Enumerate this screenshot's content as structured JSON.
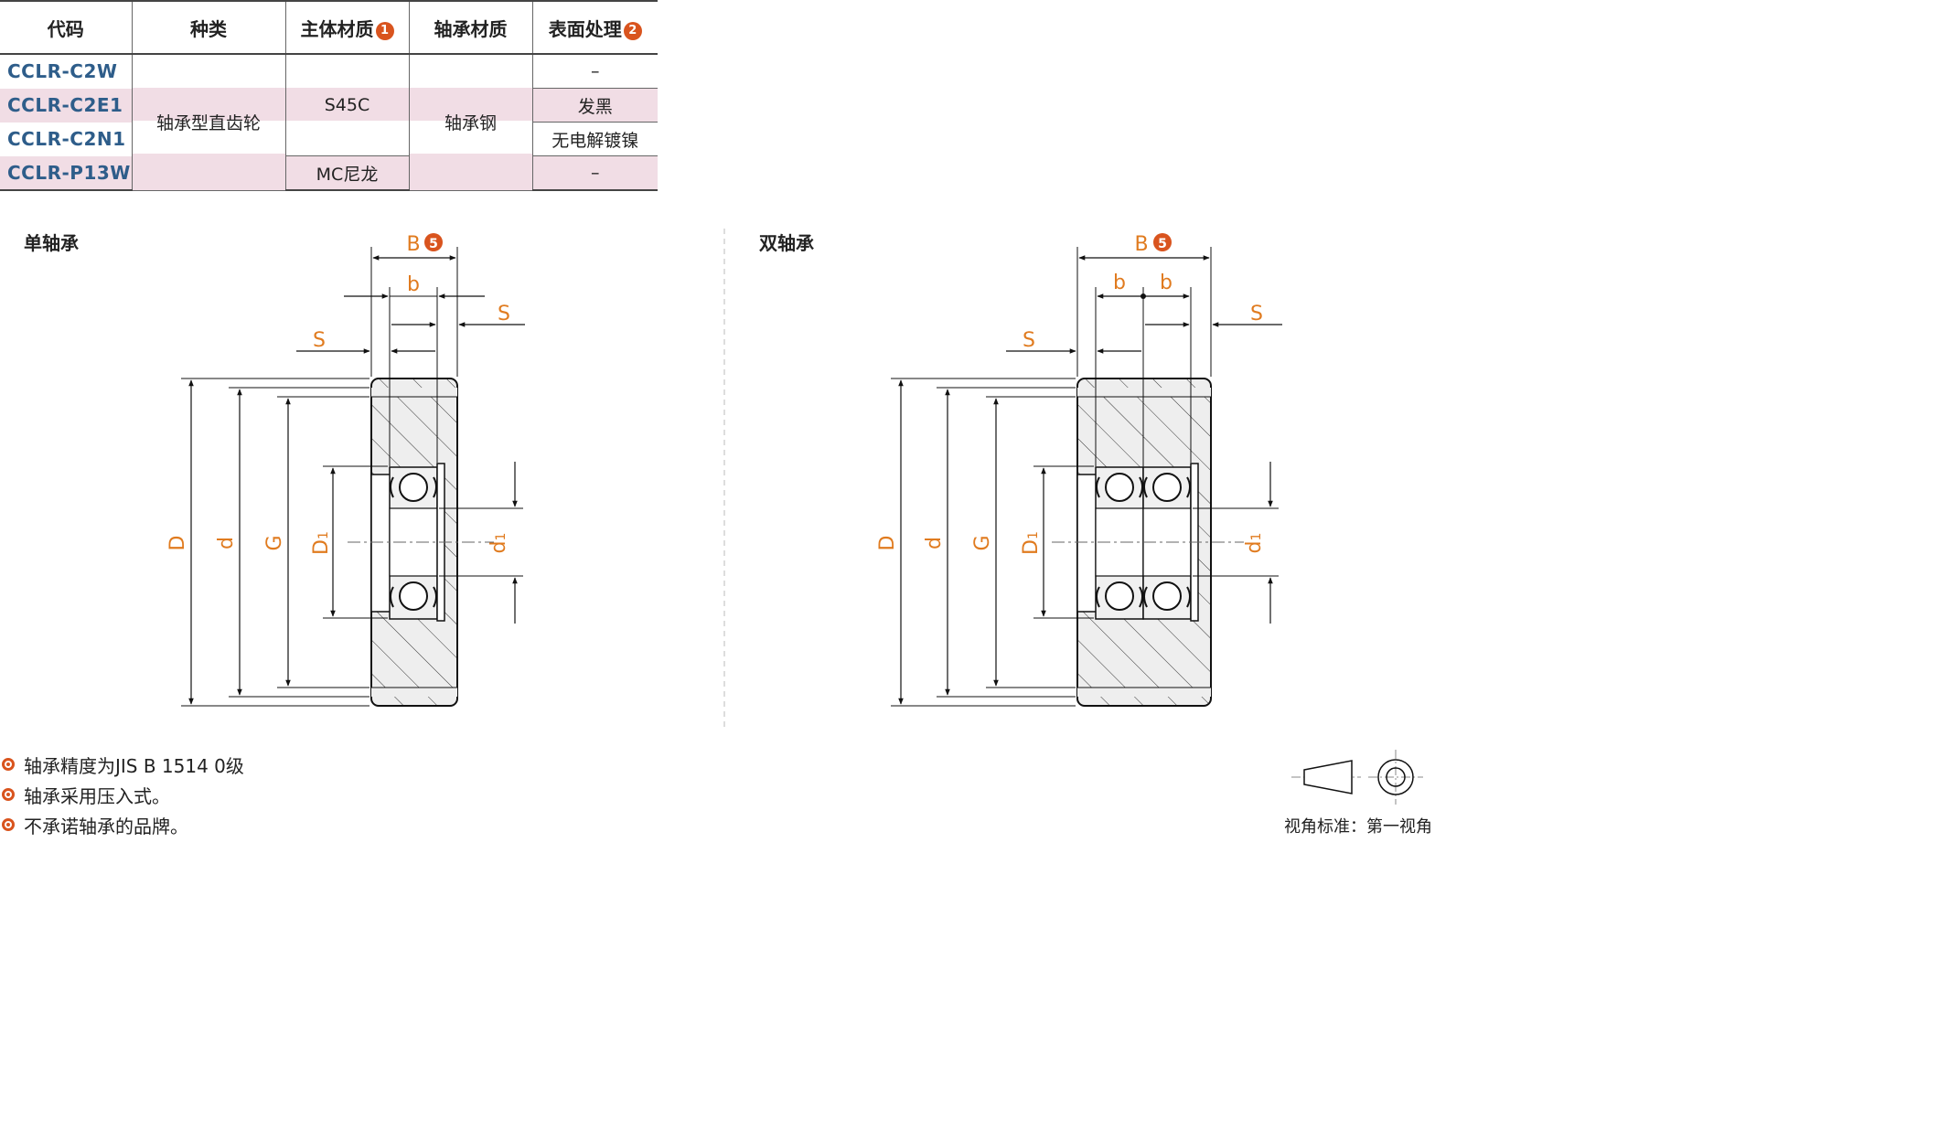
{
  "table": {
    "headers": {
      "code": "代码",
      "type": "种类",
      "body_material": "主体材质",
      "body_material_badge": "1",
      "bearing_material": "轴承材质",
      "surface": "表面处理",
      "surface_badge": "2"
    },
    "codes": [
      "CCLR-C2W",
      "CCLR-C2E1",
      "CCLR-C2N1",
      "CCLR-P13W"
    ],
    "type_value": "轴承型直齿轮",
    "body_material_values": [
      "S45C",
      "MC尼龙"
    ],
    "bearing_material_value": "轴承钢",
    "surface_values": [
      "–",
      "发黑",
      "无电解镀镍",
      "–"
    ]
  },
  "drawings": {
    "single": {
      "title": "单轴承",
      "B_label": "B",
      "B_badge": "5",
      "b_label": "b",
      "S_label": "S",
      "D_label": "D",
      "d_label": "d",
      "G_label": "G",
      "D1_label": "D",
      "D1_sub": "1",
      "d1_label": "d",
      "d1_sub": "1"
    },
    "double": {
      "title": "双轴承",
      "B_label": "B",
      "B_badge": "5",
      "b_label": "b",
      "S_label": "S",
      "D_label": "D",
      "d_label": "d",
      "G_label": "G",
      "D1_label": "D",
      "D1_sub": "1",
      "d1_label": "d",
      "d1_sub": "1"
    }
  },
  "notes": [
    "轴承精度为JIS B 1514 0级",
    "轴承采用压入式。",
    "不承诺轴承的品牌。"
  ],
  "projection": {
    "label": "视角标准：第一视角"
  },
  "colors": {
    "accent": "#d9541e",
    "code_text": "#2e5d8a",
    "row_highlight": "#f1dde5",
    "dimension": "#e07b1f"
  }
}
